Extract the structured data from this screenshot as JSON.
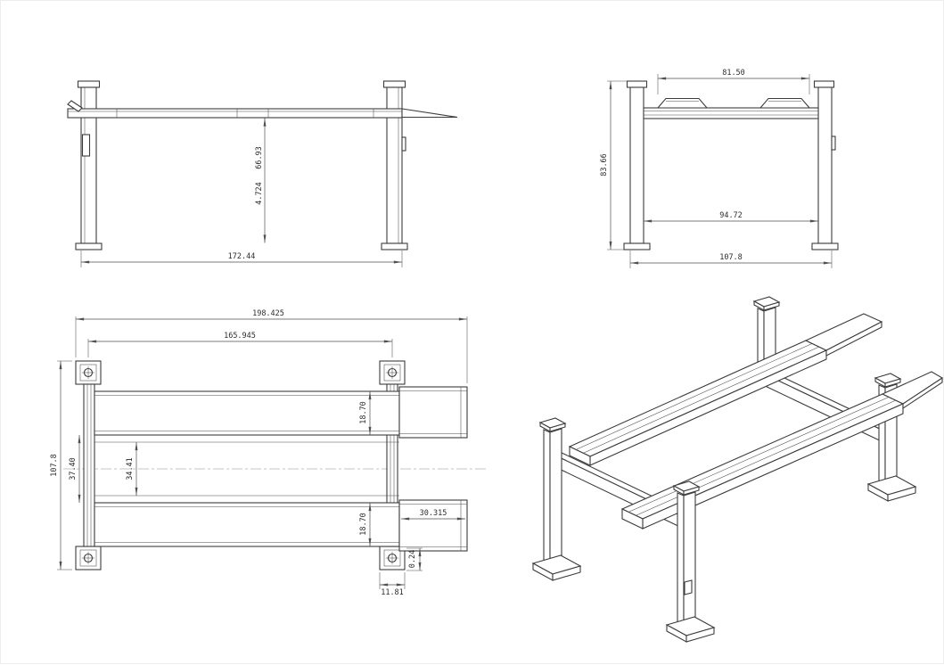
{
  "colors": {
    "line": "#3c3c3c",
    "background": "#ffffff",
    "dimension_text": "#2e2e2e"
  },
  "front_view": {
    "overall_width": "172.44",
    "lift_height": "66.93",
    "platform_rise": "4.724"
  },
  "side_view": {
    "wheel_stop_span": "81.50",
    "overall_height": "83.66",
    "inner_span": "94.72",
    "overall_width": "107.8"
  },
  "plan_view": {
    "overall_length": "198.425",
    "post_span": "165.945",
    "overall_width": "107.8",
    "runway_gap_outer": "37.40",
    "runway_gap_inner": "34.41",
    "runway_width_front": "18.70",
    "runway_width_rear": "18.70",
    "ramp_length": "30.315",
    "base_gap": "0.24",
    "base_plate_width": "11.81"
  }
}
